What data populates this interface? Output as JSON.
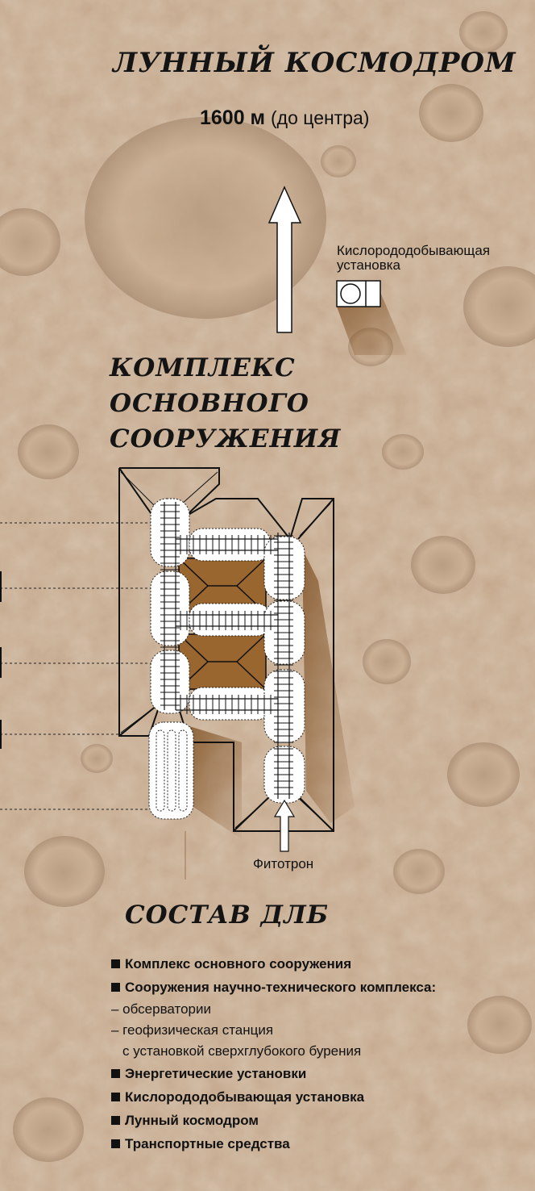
{
  "colors": {
    "moon_surface": "#c2a68a",
    "shadow_brown": "#8a5a2a",
    "ink": "#141414"
  },
  "title_main": "ЛУННЫЙ КОСМОДРОМ",
  "distance": {
    "value": "1600 м",
    "note": "(до центра)"
  },
  "oxygen_plant_label": "Кислорододобывающая установка",
  "complex_title": [
    "КОМПЛЕКС",
    "ОСНОВНОГО",
    "СООРУЖЕНИЯ"
  ],
  "phytotron_label": "Фитотрон",
  "composition": {
    "title": "СОСТАВ ДЛБ",
    "items": [
      {
        "text": "Комплекс основного сооружения",
        "kind": "main"
      },
      {
        "text": "Сооружения научно-технического комплекса:",
        "kind": "main"
      },
      {
        "text": "– обсерватории",
        "kind": "sub"
      },
      {
        "text": "– геофизическая станция",
        "kind": "sub"
      },
      {
        "text": "с установкой сверхглубокого бурения",
        "kind": "sub2"
      },
      {
        "text": "Энергетические установки",
        "kind": "main"
      },
      {
        "text": "Кислорододобывающая установка",
        "kind": "main"
      },
      {
        "text": "Лунный космодром",
        "kind": "main"
      },
      {
        "text": "Транспортные средства",
        "kind": "main"
      }
    ]
  }
}
